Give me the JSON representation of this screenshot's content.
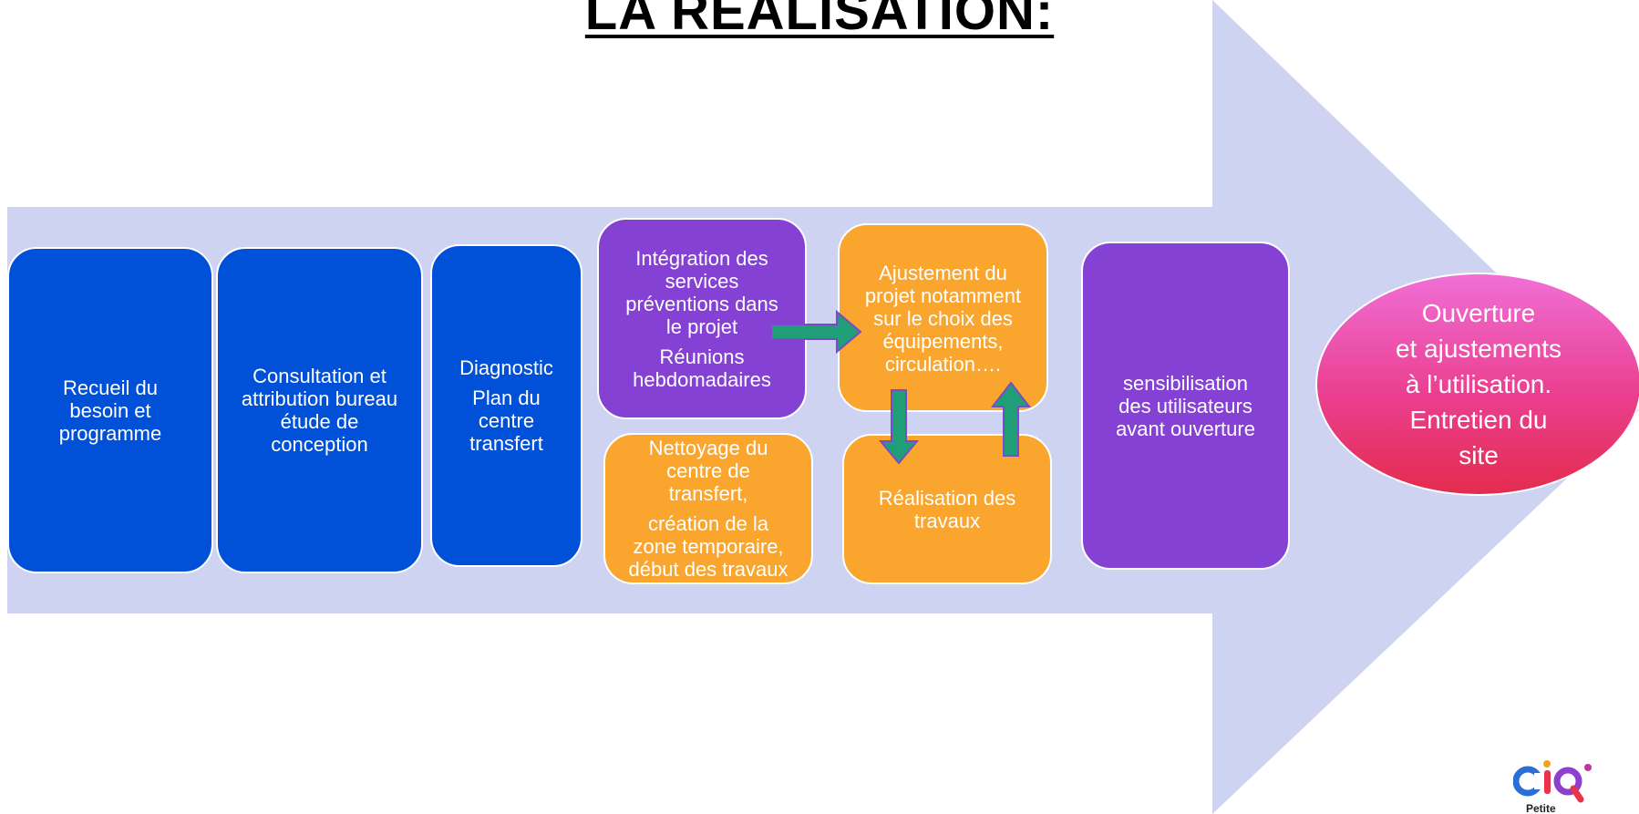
{
  "title": "LA REALISATION:",
  "colors": {
    "arrow_bg": "#cdd3f0",
    "blue": "#0050d8",
    "purple": "#8540d4",
    "orange": "#f9a52e",
    "green_arrow": "#1f9e78",
    "oval_top": "#f06fd6",
    "oval_bottom": "#e42c4e"
  },
  "steps": [
    {
      "lines": [
        "Recueil du",
        "besoin et",
        "programme"
      ]
    },
    {
      "lines": [
        "Consultation et",
        "attribution bureau",
        "étude de",
        "conception"
      ]
    },
    {
      "lines": [
        "Diagnostic"
      ],
      "sub": [
        "Plan du",
        "centre",
        "transfert"
      ]
    },
    {
      "lines": [
        "Intégration des",
        "services",
        "préventions dans",
        "le projet"
      ],
      "sub": [
        "Réunions",
        "hebdomadaires"
      ]
    },
    {
      "lines": [
        "Nettoyage du",
        "centre de",
        "transfert,"
      ],
      "sub": [
        "création de la",
        "zone temporaire,",
        "début des travaux"
      ]
    },
    {
      "lines": [
        "Ajustement du",
        "projet notamment",
        "sur le choix des",
        "équipements,",
        "circulation…."
      ]
    },
    {
      "lines": [
        "Réalisation des",
        "travaux"
      ]
    },
    {
      "lines": [
        "sensibilisation",
        "des utilisateurs",
        "avant ouverture"
      ]
    }
  ],
  "final": {
    "lines": [
      "Ouverture",
      "et ajustements",
      "à l’utilisation.",
      "Entretien du",
      "site"
    ]
  },
  "logo": {
    "text": "ciq",
    "subtext": "Petite"
  }
}
